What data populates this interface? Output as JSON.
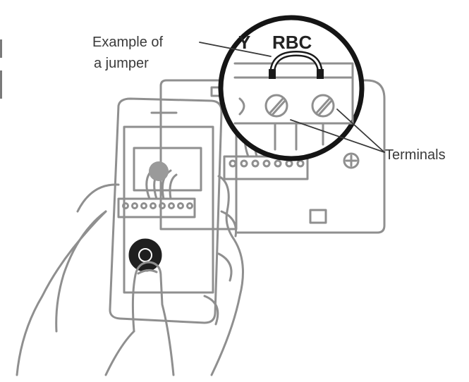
{
  "callouts": {
    "jumper_line1": "Example of",
    "jumper_line2": "a jumper",
    "terminals": "Terminals"
  },
  "terminal_labels": {
    "y": "Y",
    "rbc": "RBC"
  },
  "icons": [
    "thermostat-wallplate",
    "smartphone",
    "hand",
    "jumper-wire",
    "terminal-screw"
  ],
  "colors": {
    "line": "#8a8a8a",
    "dark": "#1e1e1e",
    "accent": "#222222"
  }
}
